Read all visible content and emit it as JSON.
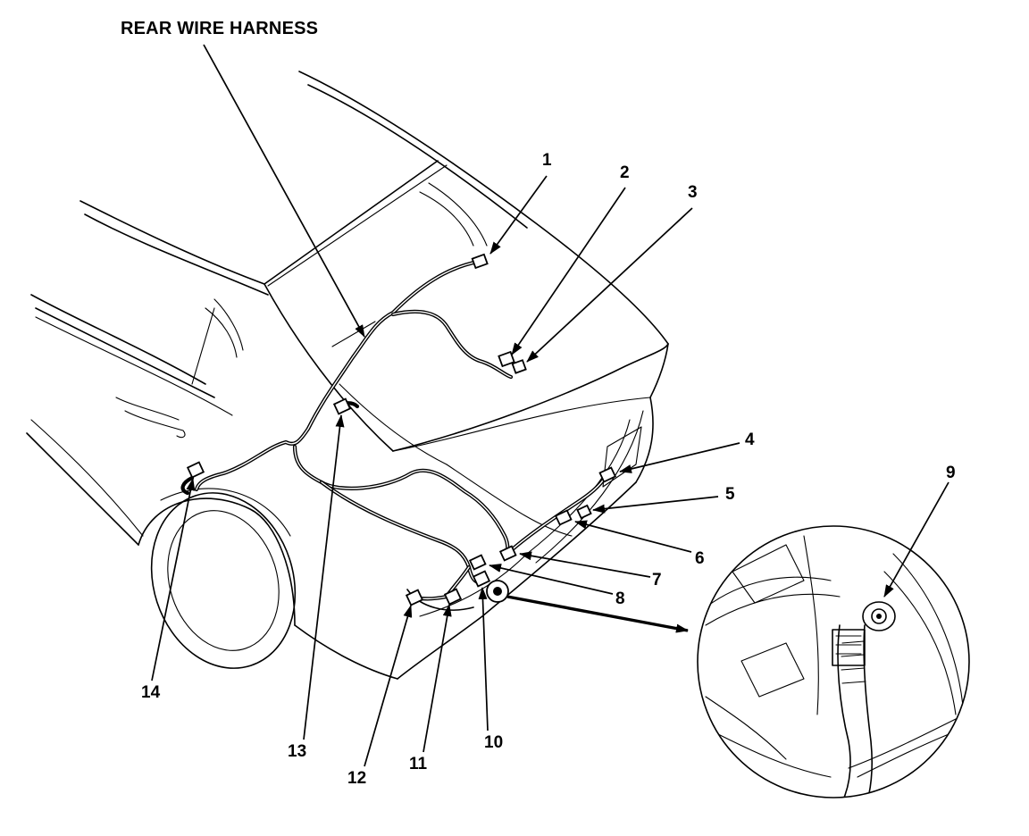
{
  "title": "REAR WIRE HARNESS",
  "callouts": [
    {
      "id": "c1",
      "text": "1"
    },
    {
      "id": "c2",
      "text": "2"
    },
    {
      "id": "c3",
      "text": "3"
    },
    {
      "id": "c4",
      "text": "4"
    },
    {
      "id": "c5",
      "text": "5"
    },
    {
      "id": "c6",
      "text": "6"
    },
    {
      "id": "c7",
      "text": "7"
    },
    {
      "id": "c8",
      "text": "8"
    },
    {
      "id": "c9",
      "text": "9"
    },
    {
      "id": "c10",
      "text": "10"
    },
    {
      "id": "c11",
      "text": "11"
    },
    {
      "id": "c12",
      "text": "12"
    },
    {
      "id": "c13",
      "text": "13"
    },
    {
      "id": "c14",
      "text": "14"
    }
  ]
}
